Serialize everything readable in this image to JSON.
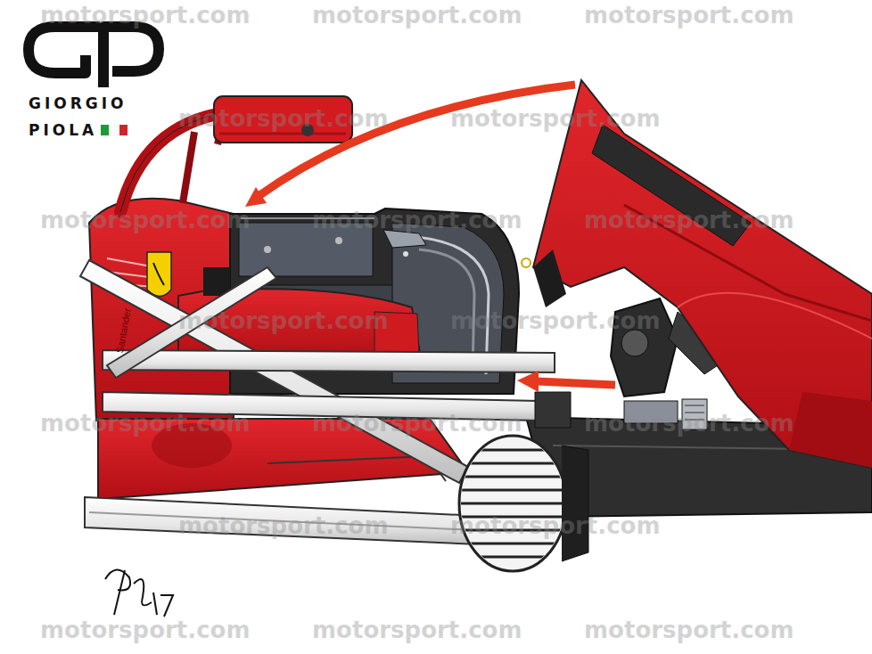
{
  "diagram": {
    "labels": [
      "GIORGIO",
      "PIOLA",
      "Santander",
      "motorsport.com",
      "motorsport.com",
      "motorsport.com",
      "motorsport.com",
      "motorsport.com",
      "motorsport.com",
      "motorsport.com",
      "motorsport.com",
      "motorsport.com",
      "motorsport.com",
      "motorsport.com",
      "motorsport.com",
      "motorsport.com",
      "motorsport.com",
      "motorsport.com",
      "motorsport.com",
      "motorsport.com",
      "motorsport.com"
    ]
  }
}
